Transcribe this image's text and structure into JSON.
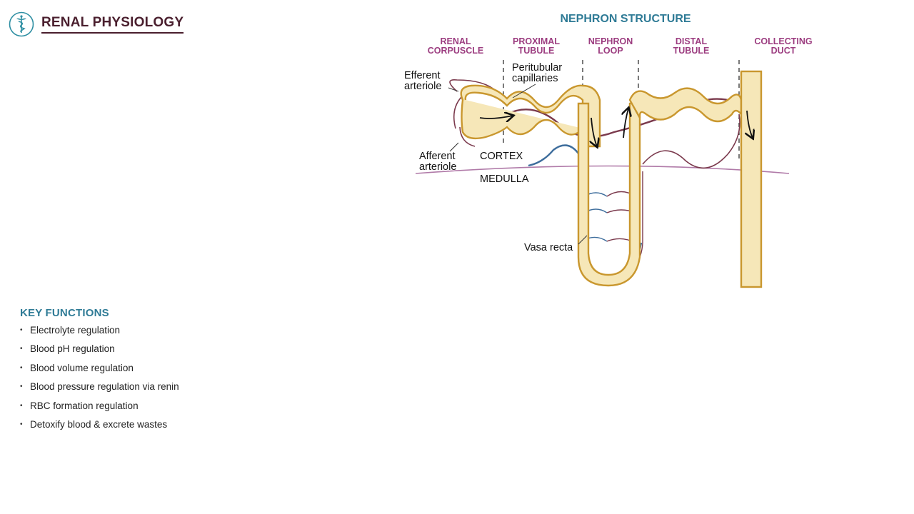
{
  "header": {
    "title": "RENAL PHYSIOLOGY",
    "logo_icon": "caduceus-icon",
    "colors": {
      "title": "#4a1f2e",
      "logo": "#2f8fa3"
    }
  },
  "diagram": {
    "title": "NEPHRON STRUCTURE",
    "sections": [
      {
        "line1": "RENAL",
        "line2": "CORPUSCLE"
      },
      {
        "line1": "PROXIMAL",
        "line2": "TUBULE"
      },
      {
        "line1": "NEPHRON",
        "line2": "LOOP"
      },
      {
        "line1": "DISTAL",
        "line2": "TUBULE"
      },
      {
        "line1": "COLLECTING",
        "line2": "DUCT"
      }
    ],
    "labels": {
      "efferent_line1": "Efferent",
      "efferent_line2": "arteriole",
      "peritubular_line1": "Peritubular",
      "peritubular_line2": "capillaries",
      "afferent_line1": "Afferent",
      "afferent_line2": "arteriole",
      "cortex": "CORTEX",
      "medulla": "MEDULLA",
      "vasa_recta": "Vasa recta"
    },
    "colors": {
      "title": "#2f7b96",
      "section": "#9c3d80",
      "tubule_fill": "#f6e7b8",
      "tubule_stroke": "#c9972e",
      "vessel_red": "#7b3a4d",
      "vessel_blue": "#3d6d9c",
      "boundary": "#b07aa8"
    }
  },
  "key_functions": {
    "title": "KEY FUNCTIONS",
    "items": [
      "Electrolyte regulation",
      "Blood pH regulation",
      "Blood volume regulation",
      "Blood pressure regulation via renin",
      "RBC formation regulation",
      "Detoxify blood & excrete wastes"
    ],
    "colors": {
      "title": "#2f7b96"
    }
  }
}
